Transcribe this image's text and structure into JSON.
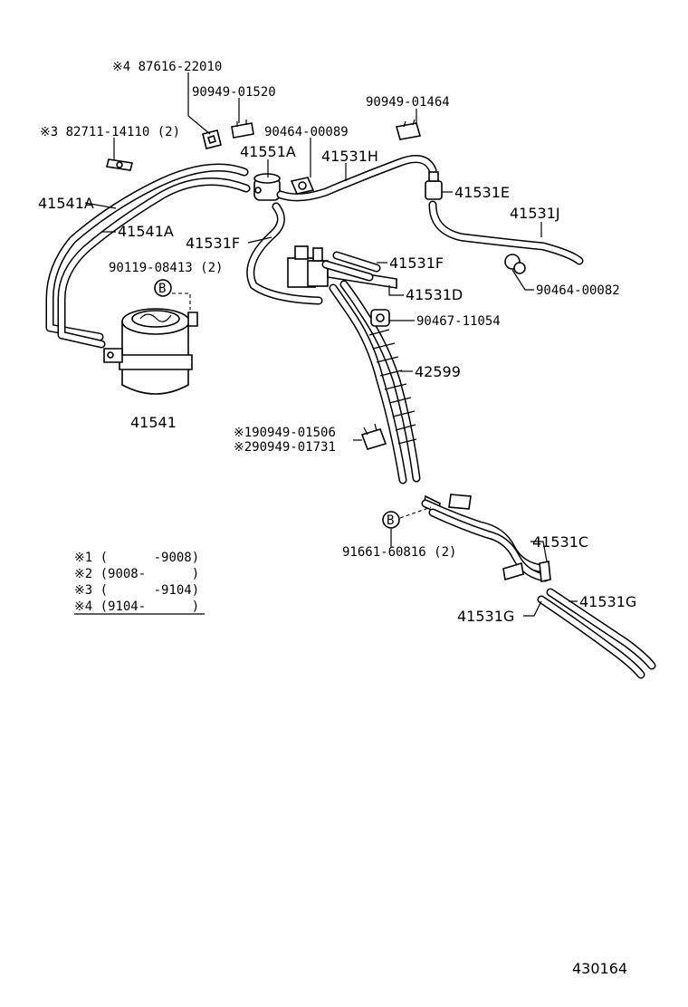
{
  "labels": {
    "p87616": "※4 87616-22010",
    "p90949_01520": "90949-01520",
    "p90949_01464": "90949-01464",
    "p82711": "※3 82711-14110 (2)",
    "p90464_00089": "90464-00089",
    "p41551A": "41551A",
    "p41531H": "41531H",
    "p41531E": "41531E",
    "p41541A_1": "41541A",
    "p41541A_2": "41541A",
    "p41531J": "41531J",
    "p41531F_1": "41531F",
    "p41531F_2": "41531F",
    "p90119": "90119-08413 (2)",
    "p90464_00082": "90464-00082",
    "p41531D": "41531D",
    "p90467": "90467-11054",
    "p42599": "42599",
    "p41541": "41541",
    "p90949_01506": "※190949-01506",
    "p90949_01731": "※290949-01731",
    "p91661": "91661-60816 (2)",
    "p41531C": "41531C",
    "p41531G_1": "41531G",
    "p41531G_2": "41531G",
    "refB1": "B",
    "refB2": "B"
  },
  "legend": [
    "※1 (      -9008)",
    "※2 (9008-      )",
    "※3 (      -9104)",
    "※4 (9104-      )"
  ],
  "diagram_number": "430164"
}
